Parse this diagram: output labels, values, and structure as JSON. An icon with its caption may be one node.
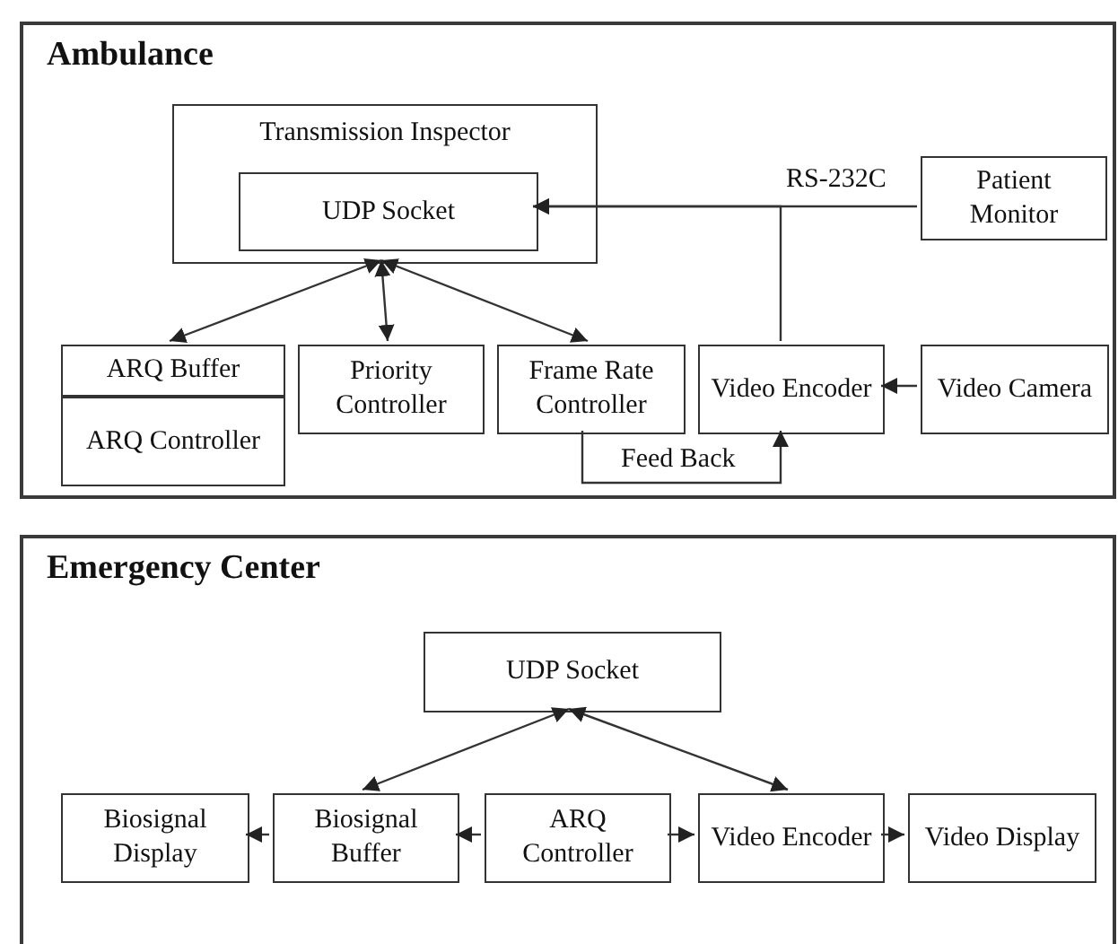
{
  "diagram": {
    "nodes": [
      {
        "text": [
          "Ambulance"
        ]
      },
      {
        "text": [
          "Transmission Inspector"
        ],
        "in": 0
      },
      {
        "text": [
          "UDP Socket"
        ],
        "in": 1
      },
      {
        "text": [
          "Patient Monitor"
        ],
        "in": 0
      },
      {
        "text": [
          "ARQ Buffer"
        ],
        "in": 0
      },
      {
        "text": [
          "ARQ Controller"
        ],
        "in": 0
      },
      {
        "text": [
          "Priority Controller"
        ],
        "in": 0
      },
      {
        "text": [
          "Frame Rate Controller"
        ],
        "in": 0
      },
      {
        "text": [
          "Video Encoder"
        ],
        "in": 0
      },
      {
        "text": [
          "Video Camera"
        ],
        "in": 0
      },
      {
        "text": [
          "Emergency Center"
        ]
      },
      {
        "text": [
          "UDP Socket"
        ],
        "in": 10
      },
      {
        "text": [
          "Biosignal Display"
        ],
        "in": 10
      },
      {
        "text": [
          "Biosignal Buffer"
        ],
        "in": 10
      },
      {
        "text": [
          "ARQ Controller"
        ],
        "in": 10
      },
      {
        "text": [
          "Video Encoder"
        ],
        "in": 10
      },
      {
        "text": [
          "Video Display"
        ],
        "in": 10
      }
    ],
    "edges": [
      {
        "from": 3,
        "to": 2,
        "arrow": "to",
        "label": "RS-232C"
      },
      {
        "from": 8,
        "to": 2,
        "arrow": "to"
      },
      {
        "from": 1,
        "to": 4,
        "arrow": "both"
      },
      {
        "from": 1,
        "to": 6,
        "arrow": "both"
      },
      {
        "from": 1,
        "to": 7,
        "arrow": "both"
      },
      {
        "from": 9,
        "to": 8,
        "arrow": "to"
      },
      {
        "from": 7,
        "to": 8,
        "arrow": "to",
        "label": "Feed Back"
      },
      {
        "from": 11,
        "to": 13,
        "arrow": "both"
      },
      {
        "from": 11,
        "to": 15,
        "arrow": "both"
      },
      {
        "from": 13,
        "to": 12,
        "arrow": "to"
      },
      {
        "from": 14,
        "to": 13,
        "arrow": "to"
      },
      {
        "from": 14,
        "to": 15,
        "arrow": "to"
      },
      {
        "from": 15,
        "to": 16,
        "arrow": "to"
      }
    ]
  }
}
